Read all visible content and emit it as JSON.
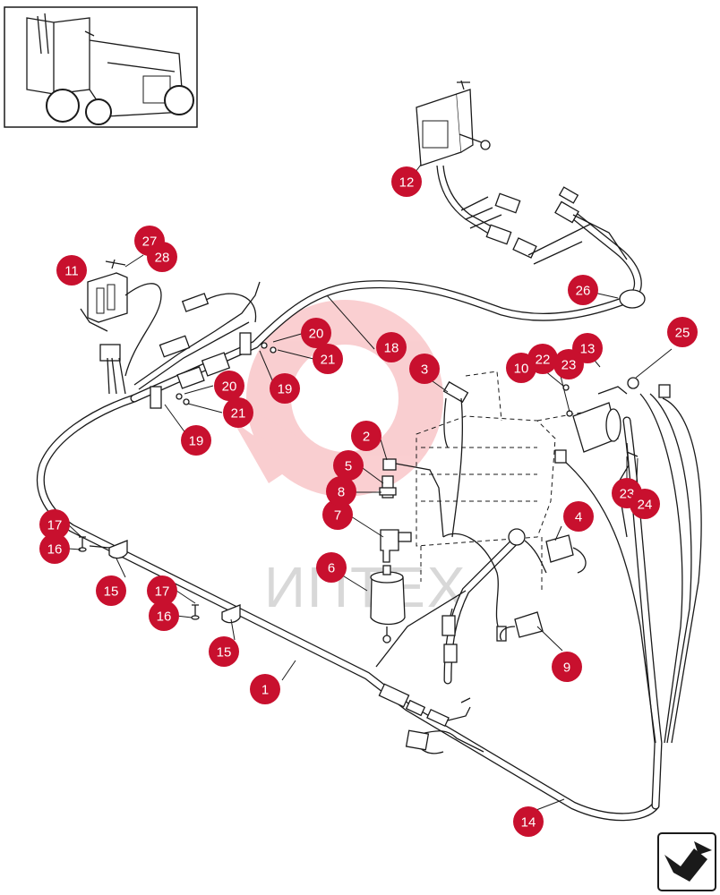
{
  "watermark": {
    "text": "ИПТЕХ",
    "color": "#d8d8d8",
    "logo_color": "#e8232f"
  },
  "callout_color": "#c8102e",
  "callouts": [
    {
      "id": "c1",
      "label": "1"
    },
    {
      "id": "c2",
      "label": "2"
    },
    {
      "id": "c3",
      "label": "3"
    },
    {
      "id": "c4",
      "label": "4"
    },
    {
      "id": "c5",
      "label": "5"
    },
    {
      "id": "c6",
      "label": "6"
    },
    {
      "id": "c7",
      "label": "7"
    },
    {
      "id": "c8",
      "label": "8"
    },
    {
      "id": "c9",
      "label": "9"
    },
    {
      "id": "c10",
      "label": "10"
    },
    {
      "id": "c11",
      "label": "11"
    },
    {
      "id": "c12",
      "label": "12"
    },
    {
      "id": "c13",
      "label": "13"
    },
    {
      "id": "c14",
      "label": "14"
    },
    {
      "id": "c15a",
      "label": "15"
    },
    {
      "id": "c15b",
      "label": "15"
    },
    {
      "id": "c16a",
      "label": "16"
    },
    {
      "id": "c16b",
      "label": "16"
    },
    {
      "id": "c17a",
      "label": "17"
    },
    {
      "id": "c17b",
      "label": "17"
    },
    {
      "id": "c18",
      "label": "18"
    },
    {
      "id": "c19a",
      "label": "19"
    },
    {
      "id": "c19b",
      "label": "19"
    },
    {
      "id": "c20a",
      "label": "20"
    },
    {
      "id": "c20b",
      "label": "20"
    },
    {
      "id": "c21a",
      "label": "21"
    },
    {
      "id": "c21b",
      "label": "21"
    },
    {
      "id": "c22",
      "label": "22"
    },
    {
      "id": "c23a",
      "label": "23"
    },
    {
      "id": "c23b",
      "label": "23"
    },
    {
      "id": "c24",
      "label": "24"
    },
    {
      "id": "c25",
      "label": "25"
    },
    {
      "id": "c26",
      "label": "26"
    },
    {
      "id": "c27",
      "label": "27"
    },
    {
      "id": "c28",
      "label": "28"
    }
  ],
  "icons": {
    "thumbnail": "machine-location-thumbnail-icon",
    "next_page": "next-page-arrow-icon"
  }
}
